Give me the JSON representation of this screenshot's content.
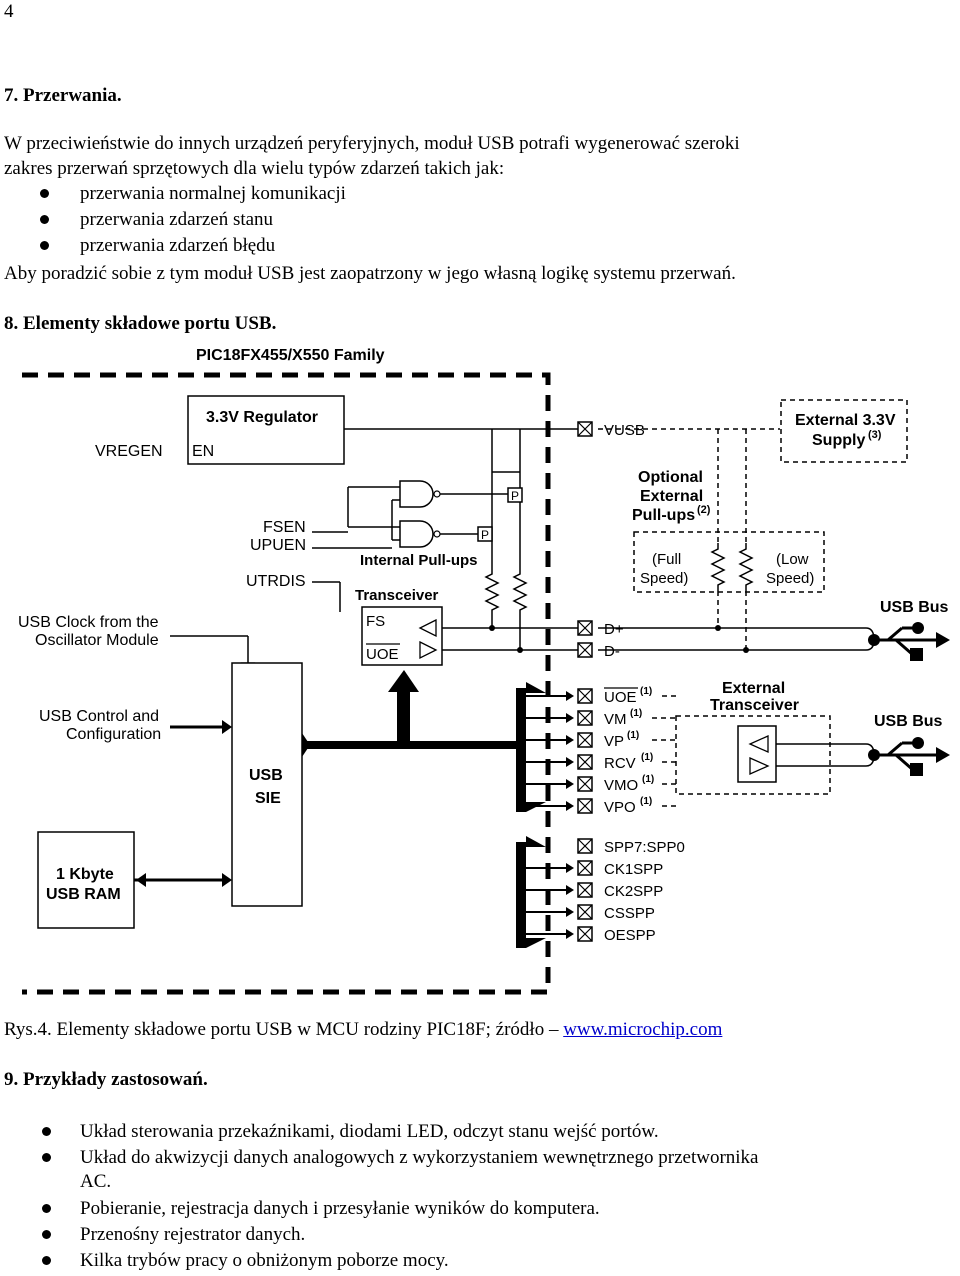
{
  "page_number": "4",
  "sec7": {
    "heading": "7.   Przerwania.",
    "para1_line1": "W przeciwieństwie do innych urządzeń peryferyjnych, moduł USB potrafi wygenerować szeroki",
    "para1_line2": "zakres przerwań sprzętowych dla wielu typów zdarzeń takich jak:",
    "items": [
      "przerwania normalnej komunikacji",
      "przerwania zdarzeń stanu",
      "przerwania zdarzeń błędu"
    ],
    "para2": "Aby poradzić sobie z tym moduł USB jest zaopatrzony w jego własną logikę systemu przerwań."
  },
  "sec8": {
    "heading": "8.   Elementy składowe portu USB."
  },
  "diagram": {
    "family": "PIC18FX455/X550 Family",
    "regulator": "3.3V Regulator",
    "vregen": "VREGEN",
    "en": "EN",
    "vusb": "VUSB",
    "ext_supply_1": "External 3.3V",
    "ext_supply_2": "Supply",
    "ext_supply_sup": "(3)",
    "opt_1": "Optional",
    "opt_2": "External",
    "opt_3": "Pull-ups",
    "opt_sup": "(2)",
    "full_1": "(Full",
    "full_2": "Speed)",
    "low_1": "(Low",
    "low_2": "Speed)",
    "fsen": "FSEN",
    "upuen": "UPUEN",
    "utrdis": "UTRDIS",
    "internal_pullups": "Internal Pull-ups",
    "transceiver": "Transceiver",
    "fs": "FS",
    "uoe": "UOE",
    "p": "P",
    "dplus": "D+",
    "dminus": "D-",
    "usb_bus": "USB Bus",
    "usb_clock_1": "USB Clock from the",
    "usb_clock_2": "Oscillator Module",
    "usb_ctrl_1": "USB Control and",
    "usb_ctrl_2": "Configuration",
    "sie_1": "USB",
    "sie_2": "SIE",
    "ram_1": "1 Kbyte",
    "ram_2": "USB RAM",
    "ext_trans_1": "External",
    "ext_trans_2": "Transceiver",
    "sup1": "(1)",
    "ext_pins": [
      "UOE",
      "VM",
      "VP",
      "RCV",
      "VMO",
      "VPO"
    ],
    "spp_pins": [
      "SPP7:SPP0",
      "CK1SPP",
      "CK2SPP",
      "CSSPP",
      "OESPP"
    ]
  },
  "caption": {
    "text": "Rys.4. Elementy składowe portu USB w MCU rodziny PIC18F; źródło – ",
    "link": "www.microchip.com"
  },
  "sec9": {
    "heading": "9.   Przykłady zastosowań.",
    "items": [
      "Układ sterowania przekaźnikami, diodami LED, odczyt stanu wejść portów.",
      "Układ do akwizycji danych analogowych z wykorzystaniem wewnętrznego przetwornika",
      "AC.",
      "Pobieranie, rejestracja danych i przesyłanie wyników do komputera.",
      "Przenośny rejestrator danych.",
      "Kilka trybów pracy o obniżonym poborze mocy."
    ]
  }
}
